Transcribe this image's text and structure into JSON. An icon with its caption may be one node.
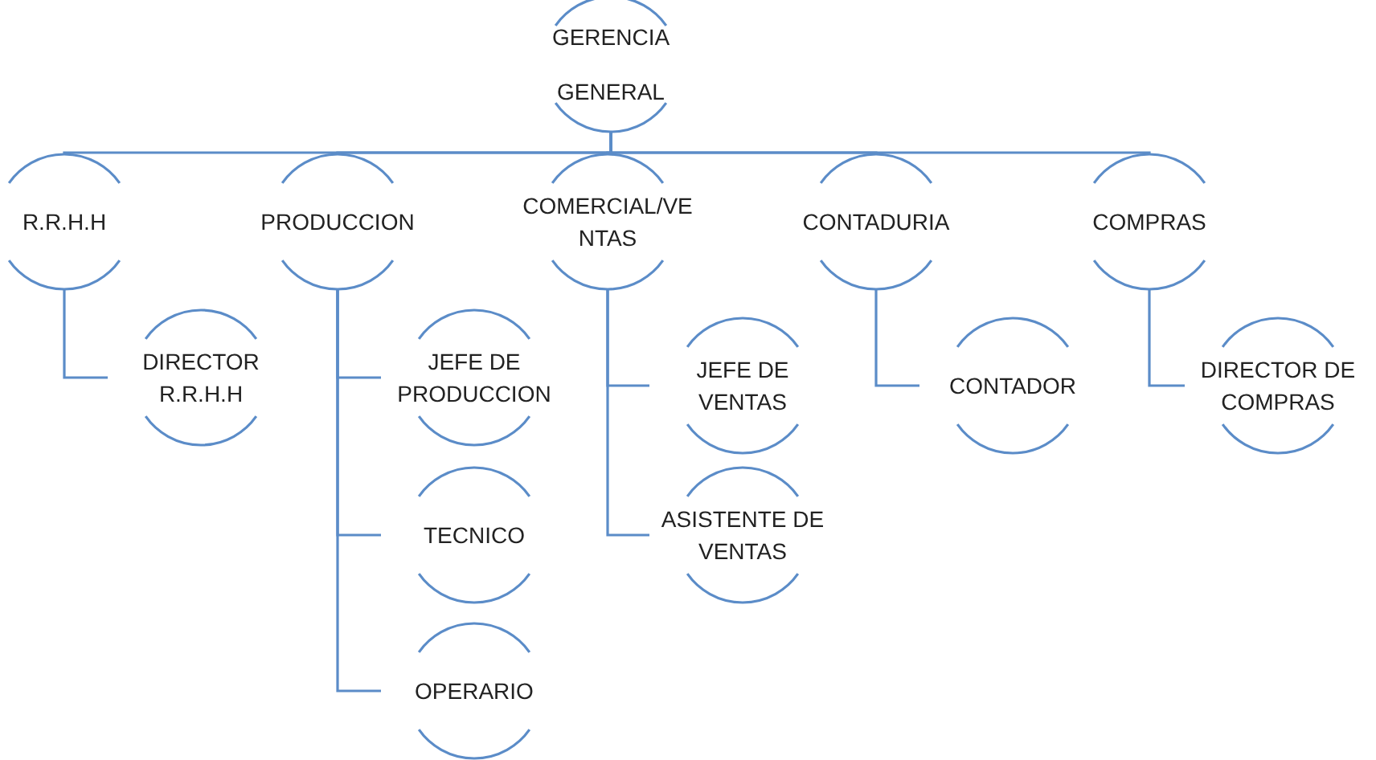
{
  "diagram": {
    "nodes": [
      {
        "text": [
          "GERENCIA GENERAL"
        ]
      },
      {
        "text": [
          "R.R.H.H"
        ]
      },
      {
        "text": [
          "PRODUCCION"
        ]
      },
      {
        "text": [
          "COMERCIAL/VENTAS"
        ]
      },
      {
        "text": [
          "CONTADURIA"
        ]
      },
      {
        "text": [
          "COMPRAS"
        ]
      },
      {
        "text": [
          "DIRECTOR R.R.H.H"
        ]
      },
      {
        "text": [
          "JEFE DE PRODUCCION"
        ]
      },
      {
        "text": [
          "TECNICO"
        ]
      },
      {
        "text": [
          "OPERARIO"
        ]
      },
      {
        "text": [
          "JEFE DE VENTAS"
        ]
      },
      {
        "text": [
          "ASISTENTE DE VENTAS"
        ]
      },
      {
        "text": [
          "CONTADOR"
        ]
      },
      {
        "text": [
          "DIRECTOR DE COMPRAS"
        ]
      }
    ],
    "edges": [
      {
        "from": 0,
        "to": 1,
        "arrow": "none"
      },
      {
        "from": 0,
        "to": 2,
        "arrow": "none"
      },
      {
        "from": 0,
        "to": 3,
        "arrow": "none"
      },
      {
        "from": 0,
        "to": 4,
        "arrow": "none"
      },
      {
        "from": 0,
        "to": 5,
        "arrow": "none"
      },
      {
        "from": 1,
        "to": 6,
        "arrow": "none"
      },
      {
        "from": 2,
        "to": 7,
        "arrow": "none"
      },
      {
        "from": 2,
        "to": 8,
        "arrow": "none"
      },
      {
        "from": 2,
        "to": 9,
        "arrow": "none"
      },
      {
        "from": 3,
        "to": 10,
        "arrow": "none"
      },
      {
        "from": 3,
        "to": 11,
        "arrow": "none"
      },
      {
        "from": 4,
        "to": 12,
        "arrow": "none"
      },
      {
        "from": 5,
        "to": 13,
        "arrow": "none"
      }
    ]
  }
}
